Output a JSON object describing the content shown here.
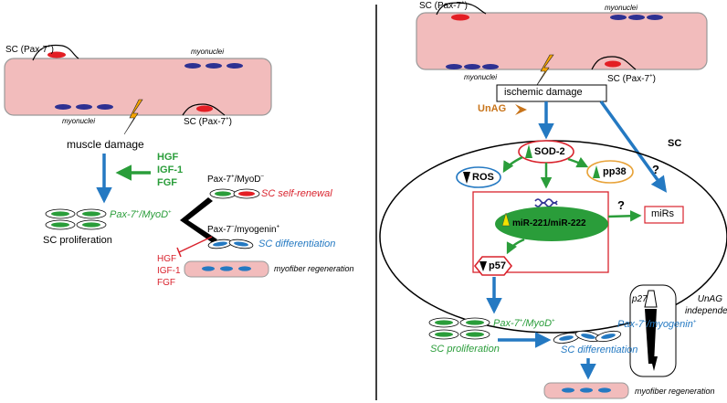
{
  "colors": {
    "fiber_fill": "#f2bcbc",
    "fiber_stroke": "#999999",
    "green": "#2a9d3a",
    "red": "#d9232d",
    "blue": "#2479c2",
    "orange": "#c8741a",
    "nucleus_blue": "#2e3192",
    "nucleus_red": "#e31e24"
  },
  "left_panel": {
    "sc_top": {
      "prefix": "SC (Pax-7",
      "sup": "+",
      "suffix": ")"
    },
    "myonuclei_top": "myonuclei",
    "myonuclei_bottom": "myonuclei",
    "sc_bottom": {
      "prefix": "SC (Pax-7",
      "sup": "+",
      "suffix": ")"
    },
    "damage_label": "muscle damage",
    "growth_factors": [
      "HGF",
      "IGF-1",
      "FGF"
    ],
    "marker": {
      "a": "Pax-7",
      "a_sup": "+",
      "b": "/MyoD",
      "b_sup": "+"
    },
    "proliferation": "SC proliferation",
    "renewal_marker": {
      "a": "Pax-7",
      "a_sup": "+",
      "b": "/MyoD",
      "b_sup": "–"
    },
    "renewal_label": "SC self-renewal",
    "diff_marker": {
      "a": "Pax-7",
      "a_sup": "–",
      "b": "/myogenin",
      "b_sup": "+"
    },
    "diff_label": "SC differentiation",
    "inhibitors": [
      "HGF",
      "IGF-1",
      "FGF"
    ],
    "regeneration": "myofiber regeneration"
  },
  "right_panel": {
    "sc_top": {
      "prefix": "SC (Pax-7",
      "sup": "+",
      "suffix": ")"
    },
    "myonuclei_top": "myonuclei",
    "myonuclei_bottom": "myonuclei",
    "sc_bottom": {
      "prefix": "SC (Pax-7",
      "sup": "+",
      "suffix": ")"
    },
    "ischemic": "ischemic damage",
    "unag": "UnAG",
    "sc_label": "SC",
    "sod2": "SOD-2",
    "ros": "ROS",
    "pp38": "pp38",
    "question_top": "?",
    "question_mid": "?",
    "mirs": "miRs",
    "mir": "miR-221/miR-222",
    "p57": "p57",
    "p27": "p27",
    "unag_independent": [
      "UnAG",
      "independent"
    ],
    "marker": {
      "a": "Pax-7",
      "a_sup": "+",
      "b": "/MyoD",
      "b_sup": "+"
    },
    "proliferation": "SC proliferation",
    "diff_marker": {
      "a": "Pax-7",
      "a_sup": "–",
      "b": "/myogenin",
      "b_sup": "+"
    },
    "diff_label": "SC differentiation",
    "regeneration": "myofiber regeneration"
  }
}
